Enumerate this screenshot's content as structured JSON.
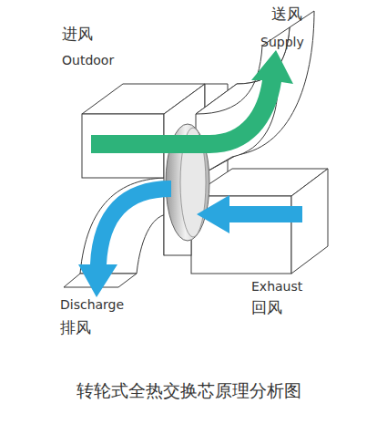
{
  "diagram": {
    "caption": "转轮式全热交换芯原理分析图",
    "labels": [
      "进风",
      "Outdoor",
      "送风",
      "Supply",
      "Exhaust",
      "回风",
      "Discharge",
      "排风"
    ]
  }
}
